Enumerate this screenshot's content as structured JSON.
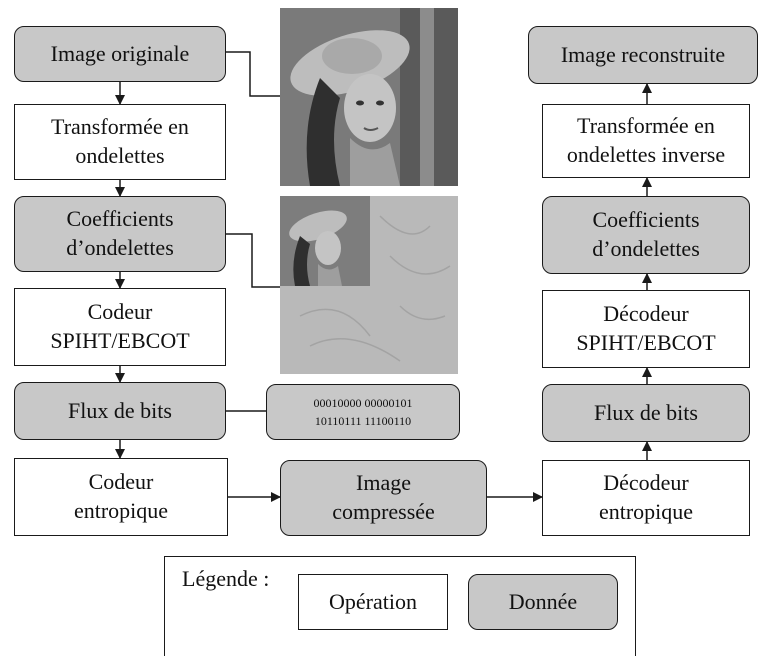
{
  "left_column": {
    "image_originale": "Image originale",
    "transformee_line1": "Transformée en",
    "transformee_line2": "ondelettes",
    "coefficients_line1": "Coefficients",
    "coefficients_line2": "d’ondelettes",
    "codeur_spiht_line1": "Codeur",
    "codeur_spiht_line2": "SPIHT/EBCOT",
    "flux_de_bits": "Flux de bits",
    "codeur_entropique_line1": "Codeur",
    "codeur_entropique_line2": "entropique"
  },
  "middle": {
    "bitstream_line1": "00010000 00000101",
    "bitstream_line2": "10110111 11100110",
    "image_compressee_line1": "Image",
    "image_compressee_line2": "compressée"
  },
  "right_column": {
    "image_reconstruite": "Image reconstruite",
    "transformee_inverse_line1": "Transformée en",
    "transformee_inverse_line2": "ondelettes inverse",
    "coefficients_line1": "Coefficients",
    "coefficients_line2": "d’ondelettes",
    "decodeur_spiht_line1": "Décodeur",
    "decodeur_spiht_line2": "SPIHT/EBCOT",
    "flux_de_bits": "Flux de bits",
    "decodeur_entropique_line1": "Décodeur",
    "decodeur_entropique_line2": "entropique"
  },
  "legend": {
    "title": "Légende :",
    "operation": "Opération",
    "donnee": "Donnée"
  },
  "colors": {
    "data_box_fill": "#c8c8c8",
    "operation_box_fill": "#ffffff",
    "line": "#1a1a1a"
  }
}
